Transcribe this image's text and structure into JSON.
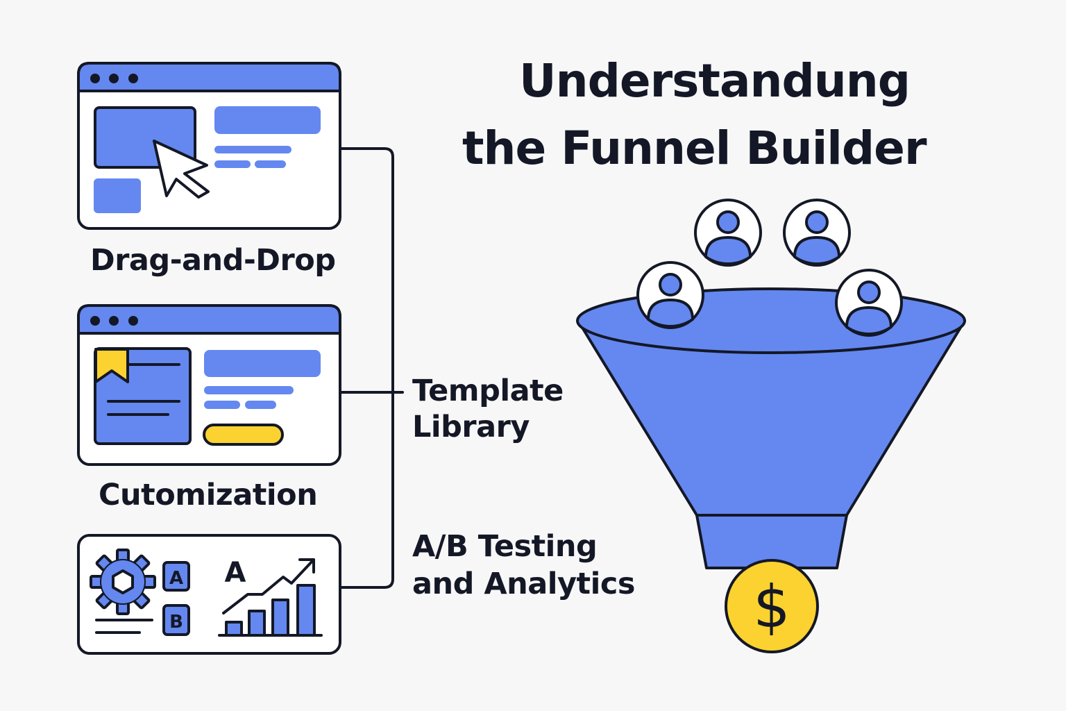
{
  "title": {
    "line1": "Understandung",
    "line2": "the Funnel Builder"
  },
  "features": [
    {
      "label": "Drag-and-Drop",
      "icon": "browser-cursor-icon"
    },
    {
      "label": "Cutomization",
      "icon": "browser-bookmark-icon"
    },
    {
      "label": "",
      "icon": "gear-ab-chart-icon"
    }
  ],
  "connector_labels": {
    "template_line1": "Template",
    "template_line2": "Library",
    "ab_line1": "A/B Testing",
    "ab_line2": "and Analytics"
  },
  "ab_icon": {
    "a_letter": "A",
    "b_letter": "B",
    "chart_letter": "A"
  },
  "funnel": {
    "icon": "funnel-icon",
    "user_icons": [
      "user-icon",
      "user-icon",
      "user-icon",
      "user-icon"
    ],
    "coin_symbol": "$"
  },
  "colors": {
    "accent_blue": "#6488f0",
    "outline": "#141826",
    "highlight_yellow": "#fbd22f",
    "background": "#f7f7f7"
  }
}
